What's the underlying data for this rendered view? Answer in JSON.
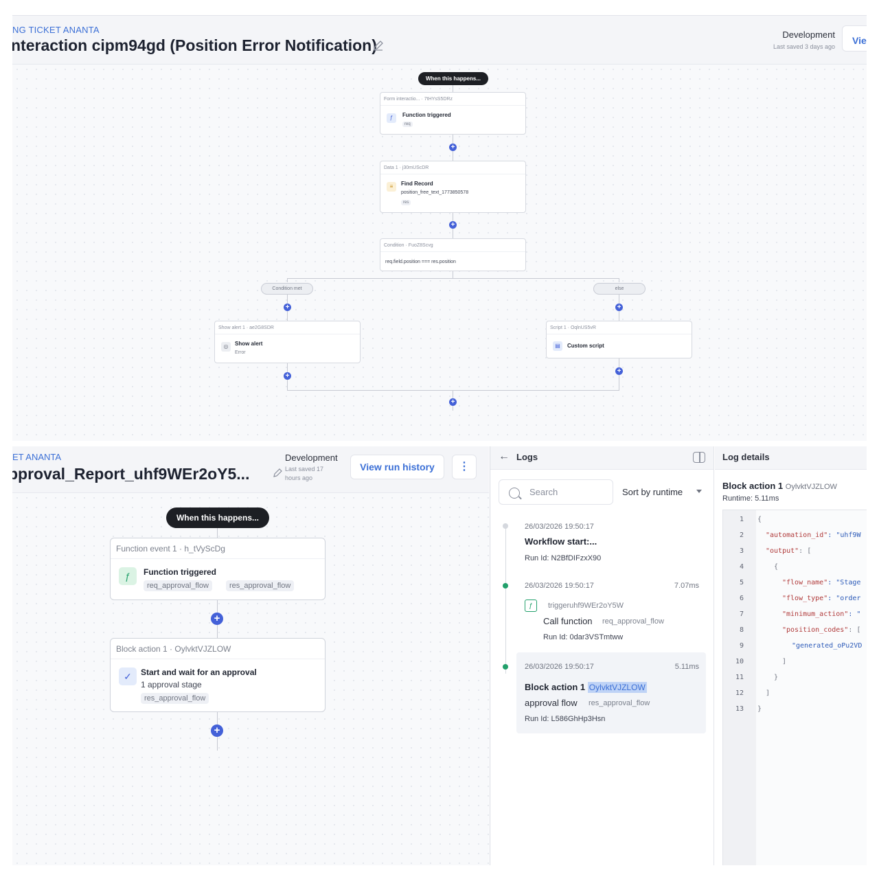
{
  "top": {
    "breadcrumb": "NG TICKET ANANTA",
    "title": "nteraction cipm94gd (Position Error Notification)",
    "environment": "Development",
    "last_saved": "Last saved 3 days ago",
    "view_button": "Vie",
    "trigger_pill": "When this happens...",
    "trigger_node": {
      "header": "Form interactio...  ·  7tHYsS5DRz",
      "title": "Function triggered",
      "tag": "req"
    },
    "data_node": {
      "header": "Data 1  ·  j30mUScDR",
      "title": "Find Record",
      "subtitle": "position_free_text_1773850578",
      "tag": "res"
    },
    "condition_node": {
      "header": "Condition  ·  FuoZ8Scvg",
      "expression": "req.field.position === res.position"
    },
    "branch_left": "Condition met",
    "branch_right": "else",
    "alert_node": {
      "header": "Show alert 1  ·  ae2G8SDR",
      "title": "Show alert",
      "subtitle": "Error"
    },
    "script_node": {
      "header": "Script 1  ·  OqlnUS5vR",
      "title": "Custom script"
    }
  },
  "flow": {
    "breadcrumb": "ET ANANTA",
    "title": "pproval_Report_uhf9WEr2oY5...",
    "environment": "Development",
    "last_saved": "Last saved 17 hours ago",
    "view_run_history": "View run history",
    "kebab": "⋮",
    "trigger_pill": "When this happens...",
    "function_node": {
      "header": "Function event 1  ·  h_tVyScDg",
      "title": "Function triggered",
      "tags": [
        "req_approval_flow",
        "res_approval_flow"
      ]
    },
    "approval_node": {
      "header": "Block action 1  ·  OylvktVJZLOW",
      "title": "Start and wait for an approval",
      "subtitle": "1 approval stage",
      "tag": "res_approval_flow"
    }
  },
  "logs": {
    "title": "Logs",
    "search_placeholder": "Search",
    "sort_label": "Sort by runtime",
    "entries": [
      {
        "time": "26/03/2026 19:50:17",
        "title": "Workflow start:...",
        "run_id": "Run Id: N2BfDIFzxX90",
        "status_color": "#d5d8de"
      },
      {
        "time": "26/03/2026 19:50:17",
        "duration": "7.07ms",
        "trigger_id": "triggeruhf9WEr2oY5W",
        "call_label": "Call function",
        "call_ref": "req_approval_flow",
        "run_id": "Run Id: 0dar3VSTmtww",
        "status_color": "#22a06b"
      },
      {
        "time": "26/03/2026 19:50:17",
        "duration": "5.11ms",
        "title": "Block action 1",
        "block_id": "OylvktVJZLOW",
        "action_label": "approval flow",
        "action_ref": "res_approval_flow",
        "run_id": "Run Id: L586GhHp3Hsn",
        "status_color": "#22a06b"
      }
    ]
  },
  "details": {
    "title": "Log details",
    "block_title": "Block action 1",
    "block_id": "OylvktVJZLOW",
    "runtime": "Runtime: 5.11ms",
    "code_lines": [
      {
        "n": "1",
        "text": "{"
      },
      {
        "n": "2",
        "key": "\"automation_id\"",
        "value": ": \"uhf9W"
      },
      {
        "n": "3",
        "key": "\"output\"",
        "value": ": ["
      },
      {
        "n": "4",
        "text": "  {"
      },
      {
        "n": "5",
        "key": "\"flow_name\"",
        "value": ": \"Stage"
      },
      {
        "n": "6",
        "key": "\"flow_type\"",
        "value": ": \"order"
      },
      {
        "n": "7",
        "key": "\"minimum_action\"",
        "value": ": \""
      },
      {
        "n": "8",
        "key": "\"position_codes\"",
        "value": ": ["
      },
      {
        "n": "9",
        "text": "\"generated_oPu2VD"
      },
      {
        "n": "10",
        "text": "]"
      },
      {
        "n": "11",
        "text": "}"
      },
      {
        "n": "12",
        "text": "]"
      },
      {
        "n": "13",
        "text": "}"
      }
    ]
  }
}
